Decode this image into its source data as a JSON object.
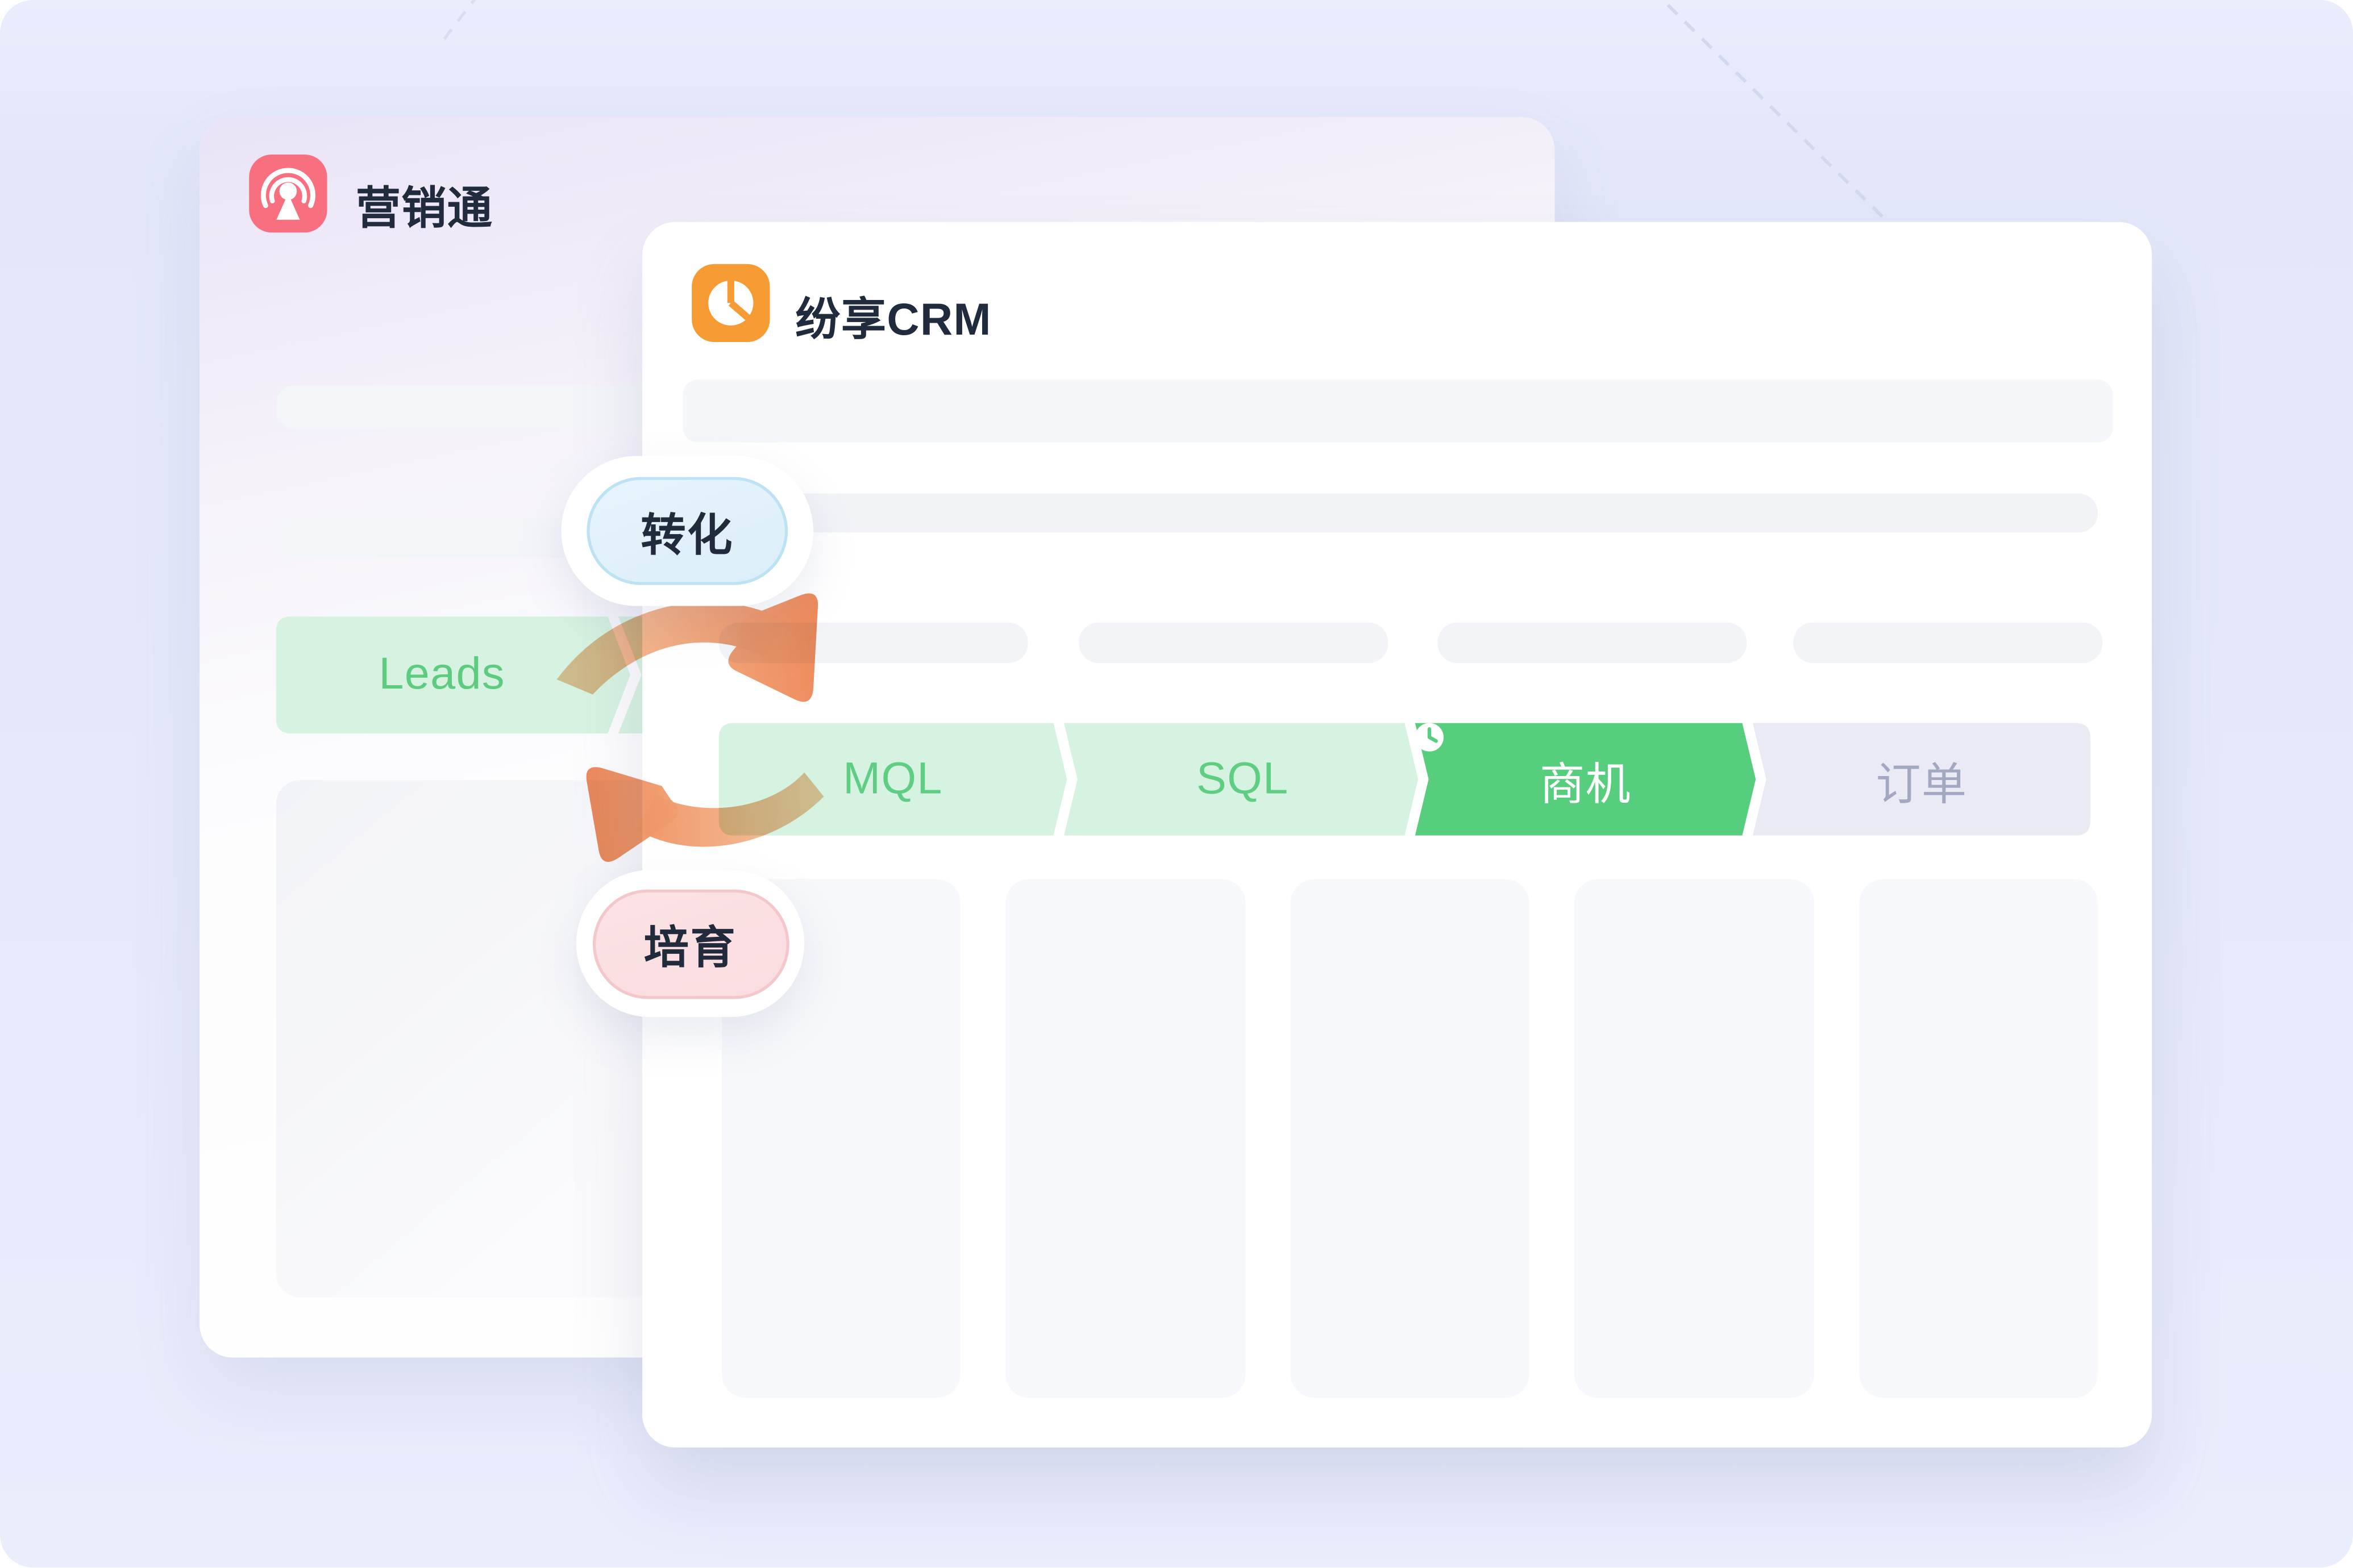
{
  "marketing_window": {
    "title": "营销通",
    "icon": "broadcast-icon",
    "icon_color": "#F8707F",
    "leads_stage": {
      "label": "Leads",
      "bg": "#D6F2E0",
      "text_color": "#5ECB80"
    }
  },
  "crm_window": {
    "title": "纷享CRM",
    "icon": "pie-chart-icon",
    "icon_color": "#F69B33",
    "funnel_stages": [
      {
        "label": "MQL",
        "state": "light",
        "bg": "#D6F2E0",
        "text_color": "#5FCD82"
      },
      {
        "label": "SQL",
        "state": "light",
        "bg": "#D6F2E0",
        "text_color": "#5FCD82"
      },
      {
        "label": "商机",
        "state": "active",
        "icon": "clock-icon",
        "bg": "#57CE7E",
        "text_color": "#FFFFFF"
      },
      {
        "label": "订单",
        "state": "inactive",
        "bg": "#E9EAF3",
        "text_color": "#A2A8C0"
      }
    ],
    "board_column_count": 5
  },
  "flow": {
    "convert_badge": {
      "label": "转化",
      "bg": "#DFF0FA",
      "border": "#BCE2F4"
    },
    "nurture_badge": {
      "label": "培育",
      "bg": "#FBDFE1",
      "border": "#F4C7CB"
    },
    "arrow_color_head": "#EE8A5B",
    "arrow_color_tail": "#F2BD92"
  },
  "colors": {
    "page_bg": "#E5E9FA",
    "window_bg": "#FFFFFF",
    "marketing_header_tint": "#EAE3F6",
    "skeleton": "#F3F5F9",
    "title_text": "#202B3D"
  }
}
